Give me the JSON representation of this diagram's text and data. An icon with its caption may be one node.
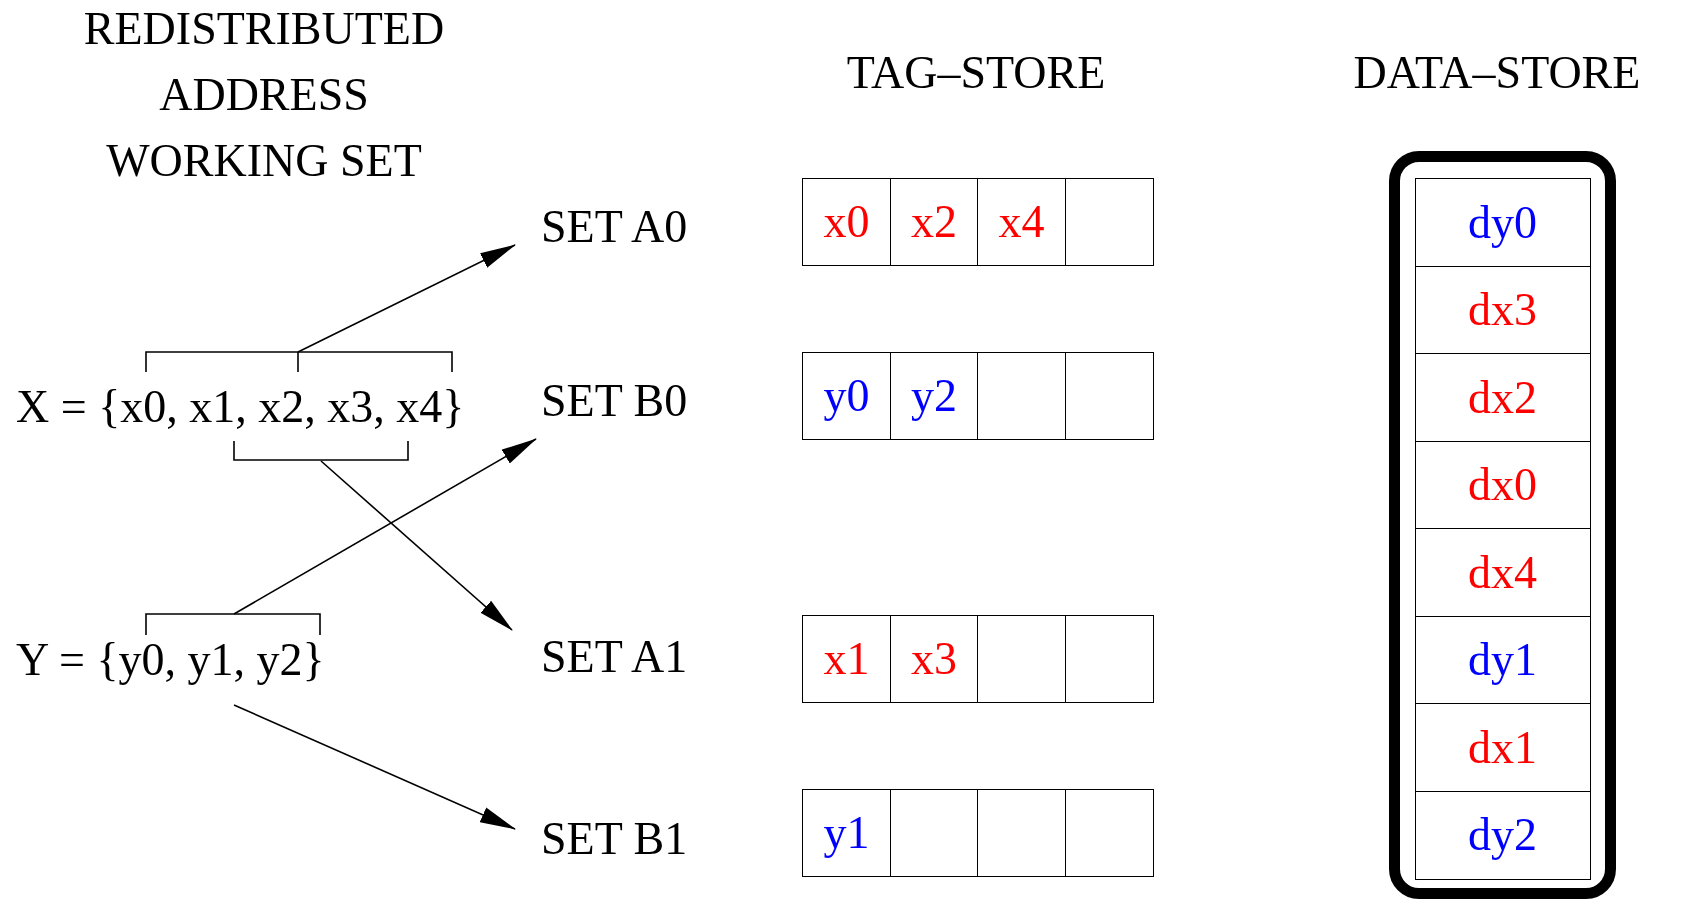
{
  "diagram": {
    "nodes": [
      {
        "text": [
          "X = {x0, x1, x2, x3, x4}"
        ]
      },
      {
        "text": [
          "Y = {y0, y1, y2}"
        ]
      },
      {
        "text": [
          "SET A0"
        ]
      },
      {
        "text": [
          "SET B0"
        ]
      },
      {
        "text": [
          "SET A1"
        ]
      },
      {
        "text": [
          "SET B1"
        ]
      },
      {
        "text": [
          "x0"
        ]
      },
      {
        "text": [
          "x2"
        ]
      },
      {
        "text": [
          "x4"
        ]
      },
      {
        "text": [],
        "shape": "box"
      },
      {
        "text": [
          "y0"
        ]
      },
      {
        "text": [
          "y2"
        ]
      },
      {
        "text": [],
        "shape": "box"
      },
      {
        "text": [],
        "shape": "box"
      },
      {
        "text": [
          "x1"
        ]
      },
      {
        "text": [
          "x3"
        ]
      },
      {
        "text": [],
        "shape": "box"
      },
      {
        "text": [],
        "shape": "box"
      },
      {
        "text": [
          "y1"
        ]
      },
      {
        "text": [],
        "shape": "box"
      },
      {
        "text": [],
        "shape": "box"
      },
      {
        "text": [],
        "shape": "box"
      },
      {
        "text": [],
        "shape": "box"
      },
      {
        "text": [
          "dy0"
        ],
        "in": 22
      },
      {
        "text": [
          "dx3"
        ],
        "in": 22
      },
      {
        "text": [
          "dx2"
        ],
        "in": 22
      },
      {
        "text": [
          "dx0"
        ],
        "in": 22
      },
      {
        "text": [
          "dx4"
        ],
        "in": 22
      },
      {
        "text": [
          "dy1"
        ],
        "in": 22
      },
      {
        "text": [
          "dx1"
        ],
        "in": 22
      },
      {
        "text": [
          "dy2"
        ],
        "in": 22
      }
    ],
    "edges": [
      {
        "from": 0,
        "to": 2,
        "arrow": "to"
      },
      {
        "from": 0,
        "to": 4,
        "arrow": "to"
      },
      {
        "from": 1,
        "to": 3,
        "arrow": "to"
      },
      {
        "from": 1,
        "to": 5,
        "arrow": "to"
      }
    ],
    "labels": [
      "REDISTRIBUTED ADDRESS WORKING SET",
      "TAG–STORE",
      "DATA–STORE"
    ]
  }
}
